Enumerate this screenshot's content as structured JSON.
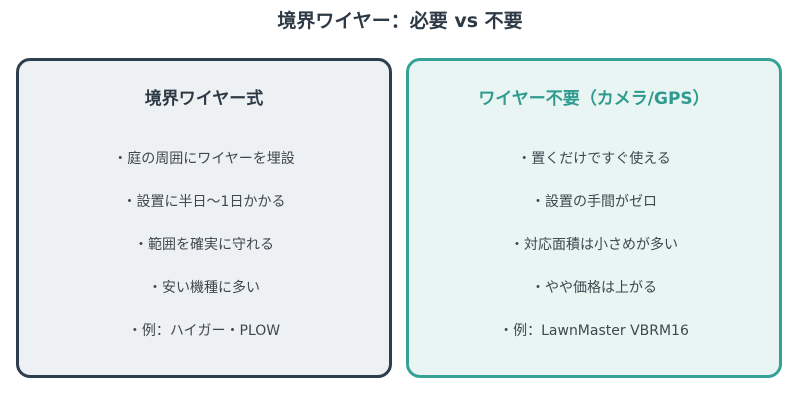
{
  "title": "境界ワイヤー：必要 vs 不要",
  "left_panel": {
    "heading": "境界ワイヤー式",
    "items": [
      "・庭の周囲にワイヤーを埋設",
      "・設置に半日〜1日かかる",
      "・範囲を確実に守れる",
      "・安い機種に多い",
      "・例：ハイガー・PLOW"
    ]
  },
  "right_panel": {
    "heading": "ワイヤー不要（カメラ/GPS）",
    "items": [
      "・置くだけですぐ使える",
      "・設置の手間がゼロ",
      "・対応面積は小さめが多い",
      "・やや価格は上がる",
      "・例：LawnMaster VBRM16"
    ]
  },
  "colors": {
    "left_border": "#2f3e4d",
    "left_fill": "#eef1f3",
    "right_border": "#35a197",
    "right_fill": "#e9f5f3",
    "right_heading": "#2f9a8f"
  }
}
